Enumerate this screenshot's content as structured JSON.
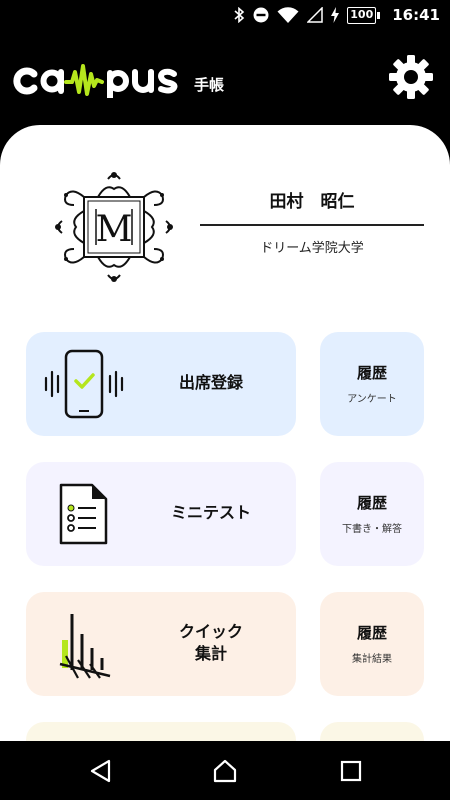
{
  "status_bar": {
    "battery": "100",
    "time": "16:41"
  },
  "header": {
    "logo_text": "campus",
    "logo_sub": "手帳",
    "accent": "#b5e61d"
  },
  "profile": {
    "name": "田村　昭仁",
    "school": "ドリーム学院大学",
    "emblem_letter": "M"
  },
  "cards": [
    {
      "title": "出席登録",
      "side_title": "履歴",
      "side_sub": "アンケート"
    },
    {
      "title": "ミニテスト",
      "side_title": "履歴",
      "side_sub": "下書き・解答"
    },
    {
      "title_line1": "クイック",
      "title_line2": "集計",
      "side_title": "履歴",
      "side_sub": "集計結果"
    }
  ],
  "icons": [
    "bluetooth-icon",
    "do-not-disturb-icon",
    "wifi-icon",
    "signal-icon",
    "battery-icon",
    "gear-icon",
    "back-icon",
    "home-icon",
    "recents-icon"
  ]
}
